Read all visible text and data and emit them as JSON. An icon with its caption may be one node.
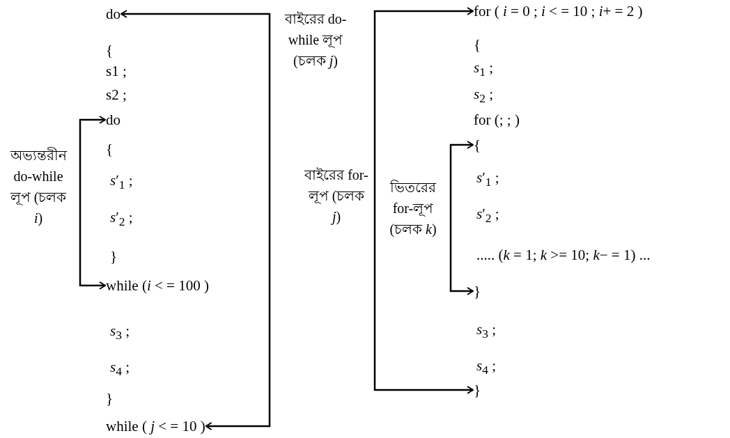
{
  "diagram": {
    "nodes": [
      {
        "text": [
          "do"
        ]
      },
      {
        "text": [
          "do"
        ]
      },
      {
        "text": [
          "while  (*i* < = 100 )"
        ]
      },
      {
        "text": [
          "while  ( *j* < = 10 )"
        ]
      },
      {
        "text": [
          "for  ( *i* = 0 ; *i* < = 10 ; *i*+ = 2 )"
        ]
      },
      {
        "text": [
          "{"
        ]
      },
      {
        "text": [
          "}"
        ]
      },
      {
        "text": [
          "}"
        ]
      }
    ],
    "edges": [
      {
        "from": 3,
        "to": 0,
        "arrow": "both"
      },
      {
        "from": 1,
        "to": 2,
        "arrow": "both"
      },
      {
        "from": 4,
        "to": 7,
        "arrow": "both"
      },
      {
        "from": 5,
        "to": 6,
        "arrow": "both"
      }
    ],
    "labels": [
      "{",
      "s1 ;",
      "s2 ;",
      "{",
      "*s*′$_{1}$ ;",
      "*s*′$_{2}$ ;",
      "}",
      "*s*$_{3}$ ;",
      "*s*$_{4}$ ;",
      "}",
      "বাইরের do-while লূপ (চলক *j*)",
      "অভ্যন্তরীন do-while লূপ (চলক *i*)",
      "বাইরের for-লূপ (চলক *j*)",
      "ভিতরের for-লূপ (চলক *k*)",
      "{",
      "*s*$_{1}$ ;",
      "*s*$_{2}$ ;",
      "for  (;  ;  )",
      "*s*′$_{1}$ ;",
      "*s*′$_{2}$ ;",
      ".....   (*k* = 1; *k* >= 10; *k*− = 1) ...",
      "*s*$_{3}$ ;",
      "*s*$_{4}$ ;"
    ]
  }
}
